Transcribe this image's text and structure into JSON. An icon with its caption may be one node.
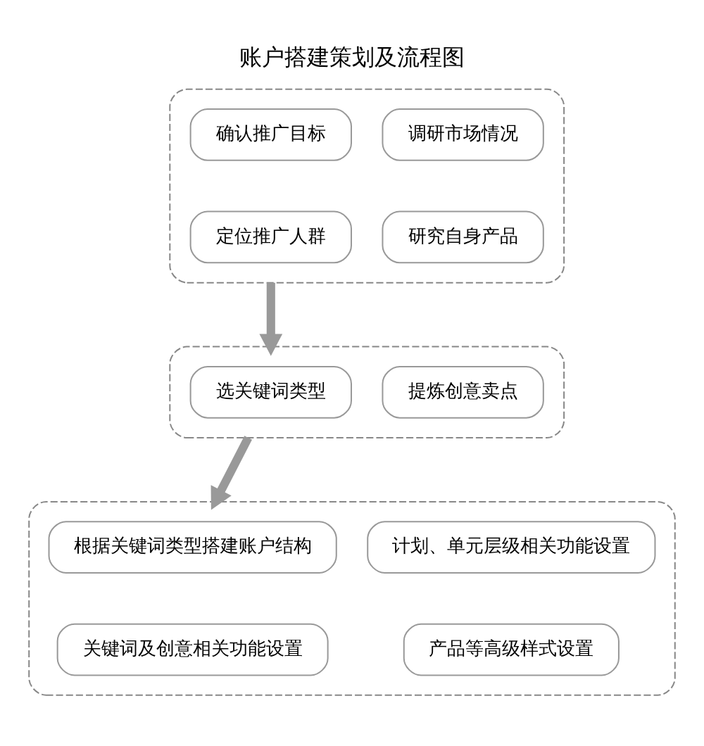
{
  "diagram": {
    "title": "账户搭建策划及流程图",
    "nodes": [
      {
        "text": [],
        "shape": "box"
      },
      {
        "text": [
          "确认推广目标"
        ],
        "in": 0
      },
      {
        "text": [
          "调研市场情况"
        ],
        "in": 0
      },
      {
        "text": [
          "定位推广人群"
        ],
        "in": 0
      },
      {
        "text": [
          "研究自身产品"
        ],
        "in": 0
      },
      {
        "text": [],
        "shape": "box"
      },
      {
        "text": [
          "选关键词类型"
        ],
        "in": 5
      },
      {
        "text": [
          "提炼创意卖点"
        ],
        "in": 5
      },
      {
        "text": [],
        "shape": "box"
      },
      {
        "text": [
          "根据关键词类型搭建账户结构"
        ],
        "in": 8
      },
      {
        "text": [
          "计划、单元层级相关功能设置"
        ],
        "in": 8
      },
      {
        "text": [
          "关键词及创意相关功能设置"
        ],
        "in": 8
      },
      {
        "text": [
          "产品等高级样式设置"
        ],
        "in": 8
      }
    ],
    "edges": [
      {
        "from": 0,
        "to": 5,
        "arrow": "to"
      },
      {
        "from": 5,
        "to": 8,
        "arrow": "to"
      }
    ]
  }
}
